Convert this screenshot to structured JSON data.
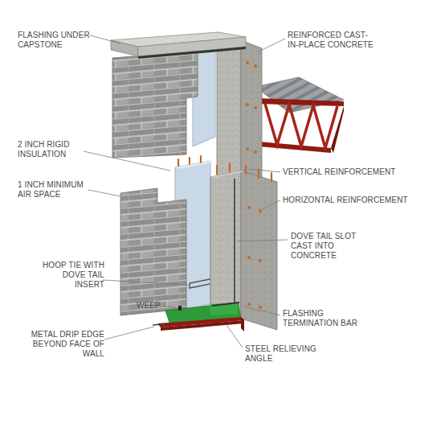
{
  "diagram": {
    "labels": [
      "FLASHING UNDER CAPSTONE",
      "REINFORCED CAST-IN-PLACE CONCRETE",
      "2 INCH RIGID INSULATION",
      "1 INCH MINIMUM AIR SPACE",
      "VERTICAL REINFORCEMENT",
      "HORIZONTAL REINFORCEMENT",
      "DOVE TAIL SLOT CAST INTO CONCRETE",
      "HOOP TIE WITH DOVE TAIL INSERT",
      "WEEP",
      "FLASHING TERMINATION BAR",
      "METAL DRIP EDGE BEYOND FACE OF WALL",
      "STEEL RELIEVING ANGLE"
    ]
  }
}
